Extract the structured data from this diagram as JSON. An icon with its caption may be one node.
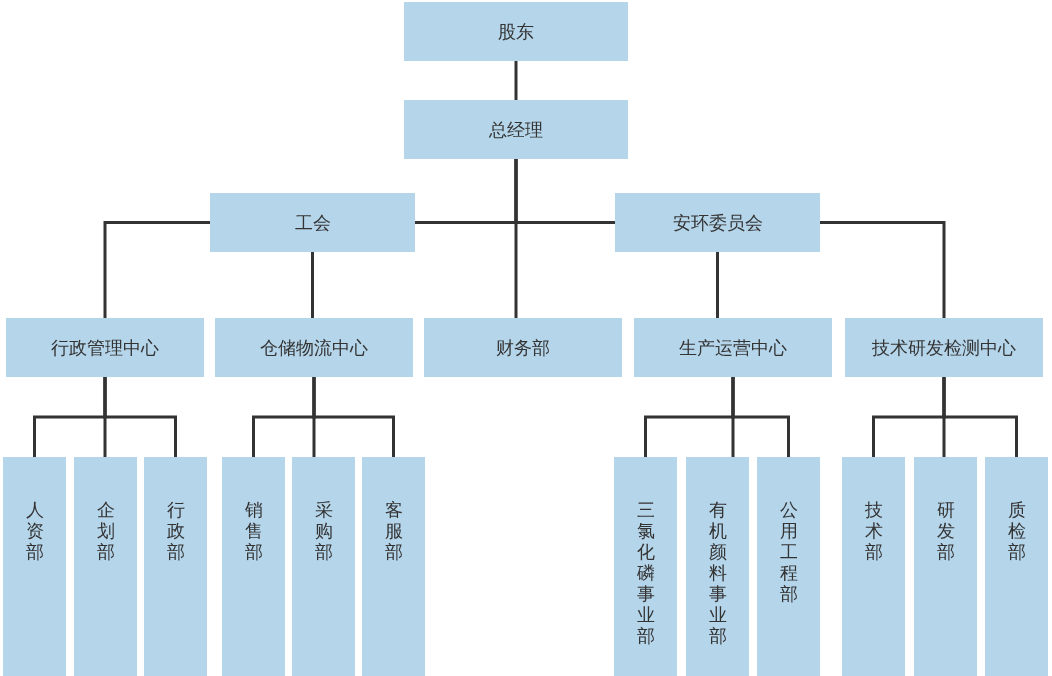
{
  "diagram": {
    "nodes": [
      {
        "text": [
          "股东"
        ]
      },
      {
        "text": [
          "总经理"
        ]
      },
      {
        "text": [
          "工会"
        ]
      },
      {
        "text": [
          "安环委员会"
        ]
      },
      {
        "text": [
          "行政管理中心"
        ]
      },
      {
        "text": [
          "仓储物流中心"
        ]
      },
      {
        "text": [
          "财务部"
        ]
      },
      {
        "text": [
          "生产运营中心"
        ]
      },
      {
        "text": [
          "技术研发检测中心"
        ]
      },
      {
        "text": [
          "人资部"
        ]
      },
      {
        "text": [
          "企划部"
        ]
      },
      {
        "text": [
          "行政部"
        ]
      },
      {
        "text": [
          "销售部"
        ]
      },
      {
        "text": [
          "采购部"
        ]
      },
      {
        "text": [
          "客服部"
        ]
      },
      {
        "text": [
          "三氯化磷事业部"
        ]
      },
      {
        "text": [
          "有机颜料事业部"
        ]
      },
      {
        "text": [
          "公用工程部"
        ]
      },
      {
        "text": [
          "技术部"
        ]
      },
      {
        "text": [
          "研发部"
        ]
      },
      {
        "text": [
          "质检部"
        ]
      }
    ],
    "edges": [
      {
        "from": 0,
        "to": 1,
        "arrow": "none"
      },
      {
        "from": 1,
        "to": 2,
        "arrow": "none"
      },
      {
        "from": 1,
        "to": 3,
        "arrow": "none"
      },
      {
        "from": 1,
        "to": 6,
        "arrow": "none"
      },
      {
        "from": 2,
        "to": 4,
        "arrow": "none"
      },
      {
        "from": 2,
        "to": 5,
        "arrow": "none"
      },
      {
        "from": 3,
        "to": 7,
        "arrow": "none"
      },
      {
        "from": 3,
        "to": 8,
        "arrow": "none"
      },
      {
        "from": 4,
        "to": 9,
        "arrow": "none"
      },
      {
        "from": 4,
        "to": 10,
        "arrow": "none"
      },
      {
        "from": 4,
        "to": 11,
        "arrow": "none"
      },
      {
        "from": 5,
        "to": 12,
        "arrow": "none"
      },
      {
        "from": 5,
        "to": 13,
        "arrow": "none"
      },
      {
        "from": 5,
        "to": 14,
        "arrow": "none"
      },
      {
        "from": 7,
        "to": 15,
        "arrow": "none"
      },
      {
        "from": 7,
        "to": 16,
        "arrow": "none"
      },
      {
        "from": 7,
        "to": 17,
        "arrow": "none"
      },
      {
        "from": 8,
        "to": 18,
        "arrow": "none"
      },
      {
        "from": 8,
        "to": 19,
        "arrow": "none"
      },
      {
        "from": 8,
        "to": 20,
        "arrow": "none"
      }
    ]
  }
}
